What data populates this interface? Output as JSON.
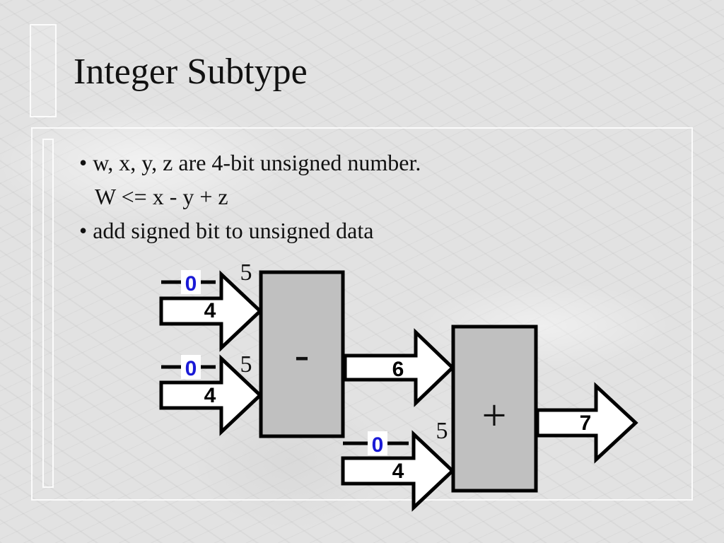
{
  "slide": {
    "title": "Integer Subtype",
    "bullets": [
      "• w, x, y, z are 4-bit unsigned number.",
      "W <= x - y + z",
      "• add signed bit to unsigned data"
    ]
  },
  "diagram": {
    "subtractor": {
      "symbol": "-"
    },
    "adder": {
      "symbol": "+"
    },
    "input_x": {
      "sign_bit": "0",
      "data_width": "4",
      "total_width": "5"
    },
    "input_y": {
      "sign_bit": "0",
      "data_width": "4",
      "total_width": "5"
    },
    "input_z": {
      "sign_bit": "0",
      "data_width": "4",
      "total_width": "5"
    },
    "sub_output_width": "6",
    "add_output_width": "7",
    "colors": {
      "block_fill": "#c0c0c0",
      "sign_bit": "#1a1ad6",
      "outline": "#000000"
    }
  }
}
